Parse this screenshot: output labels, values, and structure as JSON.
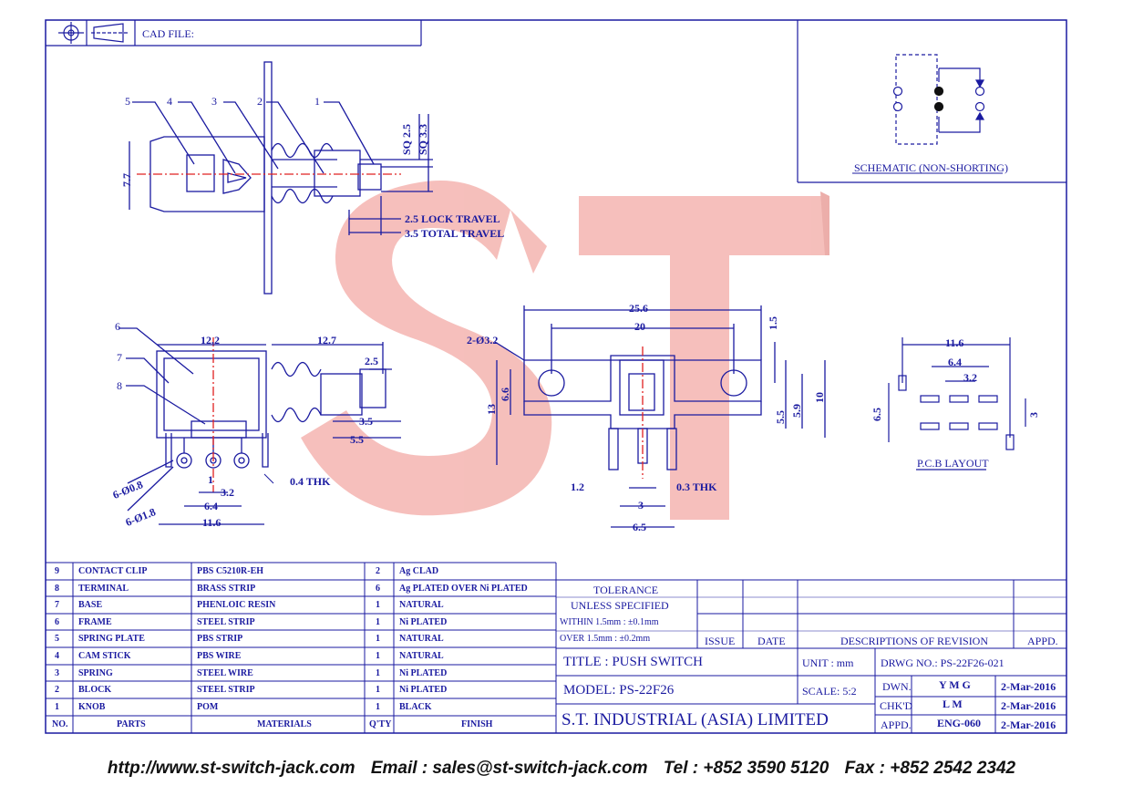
{
  "header": {
    "cad_file_label": "CAD FILE:"
  },
  "schematic": {
    "title": "SCHEMATIC (NON-SHORTING)"
  },
  "pcb": {
    "title": "P.C.B LAYOUT",
    "dims": {
      "w": "11.6",
      "pitch": "6.4",
      "small": "3.2",
      "h": "6.5",
      "row": "3"
    }
  },
  "top_view": {
    "callouts": [
      "5",
      "4",
      "3",
      "2",
      "1"
    ],
    "sq_25": "SQ 2.5",
    "sq_33": "SQ 3.3",
    "height": "7.7",
    "lock_travel": "2.5 LOCK TRAVEL",
    "total_travel": "3.5 TOTAL TRAVEL"
  },
  "side_view": {
    "callouts": [
      "6",
      "7",
      "8"
    ],
    "d_122": "12.2",
    "d_127": "12.7",
    "d_25": "2.5",
    "d_35": "3.5",
    "d_55": "5.5",
    "pin_08": "6-Ø0.8",
    "pin_18": "6-Ø1.8",
    "d_1": "1",
    "d_32": "3.2",
    "d_64": "6.4",
    "d_116": "11.6",
    "thk": "0.4 THK"
  },
  "front_view": {
    "d_256": "25.6",
    "d_20": "20",
    "d_15": "1.5",
    "hole": "2-Ø3.2",
    "d_13": "13",
    "d_66": "6.6",
    "d_55": "5.5",
    "d_59": "5.9",
    "d_10": "10",
    "d_12": "1.2",
    "thk": "0.3 THK",
    "d_3": "3",
    "d_65": "6.5"
  },
  "watermark": "ST",
  "parts_table": {
    "headers": [
      "NO.",
      "PARTS",
      "MATERIALS",
      "Q'TY",
      "FINISH"
    ],
    "rows": [
      [
        "9",
        "CONTACT CLIP",
        "PBS C5210R-EH",
        "2",
        "Ag CLAD"
      ],
      [
        "8",
        "TERMINAL",
        "BRASS STRIP",
        "6",
        "Ag PLATED OVER Ni PLATED"
      ],
      [
        "7",
        "BASE",
        "PHENLOIC RESIN",
        "1",
        "NATURAL"
      ],
      [
        "6",
        "FRAME",
        "STEEL STRIP",
        "1",
        "Ni PLATED"
      ],
      [
        "5",
        "SPRING PLATE",
        "PBS STRIP",
        "1",
        "NATURAL"
      ],
      [
        "4",
        "CAM STICK",
        "PBS WIRE",
        "1",
        "NATURAL"
      ],
      [
        "3",
        "SPRING",
        "STEEL WIRE",
        "1",
        "Ni PLATED"
      ],
      [
        "2",
        "BLOCK",
        "STEEL STRIP",
        "1",
        "Ni PLATED"
      ],
      [
        "1",
        "KNOB",
        "POM",
        "1",
        "BLACK"
      ]
    ]
  },
  "title_block": {
    "tolerance": "TOLERANCE",
    "unless": "UNLESS   SPECIFIED",
    "within": "WITHIN  1.5mm : ±0.1mm",
    "over": "OVER    1.5mm : ±0.2mm",
    "issue": "ISSUE",
    "date": "DATE",
    "descriptions": "DESCRIPTIONS  OF  REVISION",
    "appd": "APPD.",
    "title": "TITLE : PUSH SWITCH",
    "unit": "UNIT :   mm",
    "drwg": "DRWG NO.: PS-22F26-021",
    "model": "MODEL: PS-22F26",
    "scale": "SCALE:  5:2",
    "dwn_label": "DWN.",
    "dwn_val": "Y M G",
    "dwn_date": "2-Mar-2016",
    "chk_label": "CHK'D",
    "chk_val": "L M",
    "chk_date": "2-Mar-2016",
    "appd_label": "APPD.",
    "appd_val": "ENG-060",
    "appd_date": "2-Mar-2016",
    "company": "S.T.  INDUSTRIAL  (ASIA)  LIMITED"
  },
  "footer": {
    "web": "http://www.st-switch-jack.com",
    "email": "Email : sales@st-switch-jack.com",
    "tel": "Tel : +852 3590 5120",
    "fax": "Fax : +852 2542 2342"
  },
  "colors": {
    "ink": "#1a1aa0",
    "red": "#e02020",
    "watermark": "#f4b4b0"
  }
}
